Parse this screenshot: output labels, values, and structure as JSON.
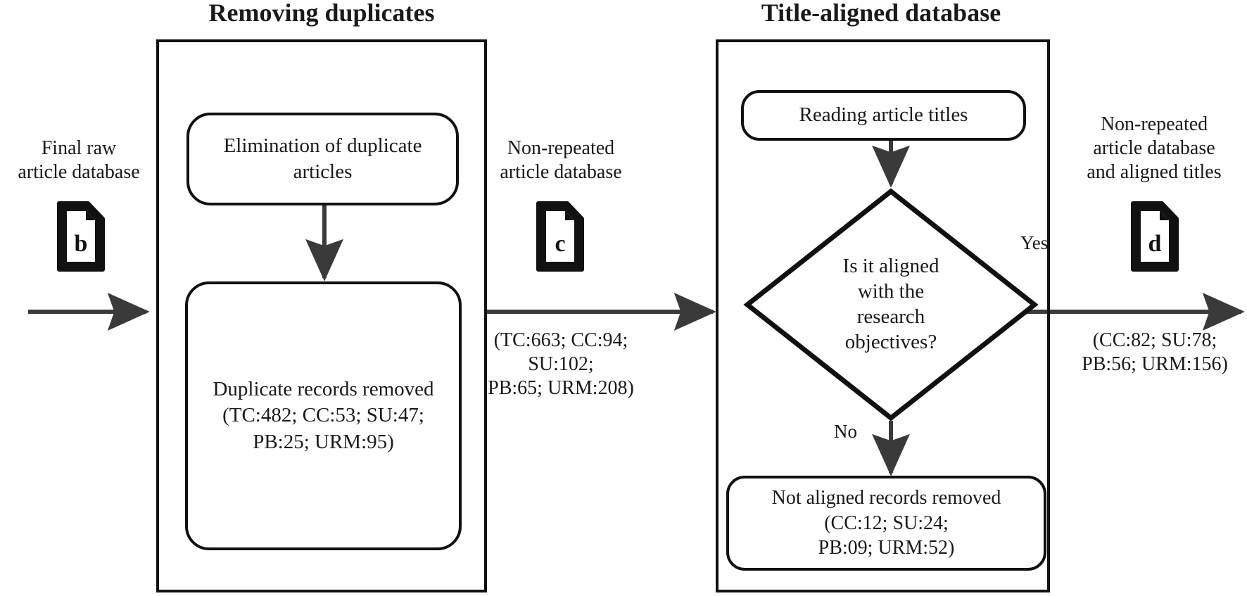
{
  "diagram": {
    "title_left": "Removing duplicates",
    "title_right": "Title-aligned database",
    "stages": {
      "removing_duplicates": {
        "label": "Removing duplicates",
        "process_top": "Elimination of duplicate articles",
        "process_bottom": "Duplicate records removed\n(TC:482; CC:53; SU:47;\nPB:25; URM:95)"
      },
      "title_aligned": {
        "label": "Title-aligned database",
        "process_top": "Reading article titles",
        "decision": "Is it aligned\nwith the\nresearch\nobjectives?",
        "decision_yes": "Yes",
        "decision_no": "No",
        "process_bottom": "Not aligned records removed\n(CC:12; SU:24;\nPB:09; URM:52)"
      }
    },
    "flows": {
      "input": {
        "caption": "Final raw\narticle database",
        "doc_letter": "b",
        "stats": ""
      },
      "middle": {
        "caption": "Non-repeated\narticle database",
        "doc_letter": "c",
        "stats": "(TC:663; CC:94;\nSU:102;\nPB:65; URM:208)"
      },
      "output": {
        "caption": "Non-repeated\narticle database\nand aligned titles",
        "doc_letter": "d",
        "stats": "(CC:82; SU:78;\nPB:56; URM:156)"
      }
    },
    "colors": {
      "ink": "#111111",
      "paper": "#ffffff",
      "arrow": "#3a3a3a"
    }
  }
}
